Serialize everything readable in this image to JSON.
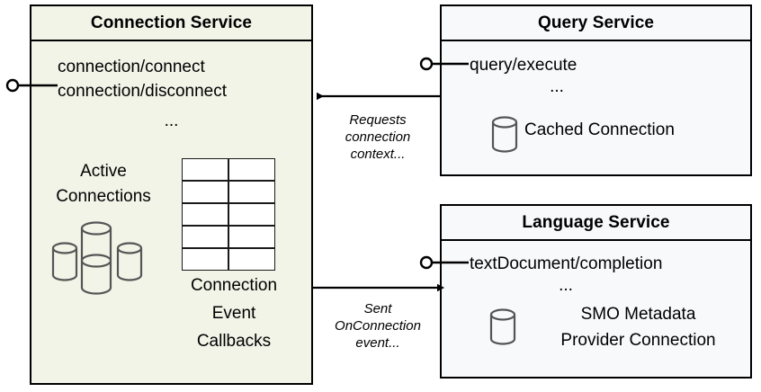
{
  "diagram": {
    "type": "component-diagram",
    "title": "Connection Service interaction diagram",
    "colors": {
      "connection_service_fill": "#f2f4e8",
      "other_service_fill": "#f8f9fb",
      "border": "#000000",
      "icon_stroke": "#555555",
      "page_background": "#ffffff"
    }
  },
  "components": {
    "connection_service": {
      "title": "Connection Service",
      "interfaces": [
        "connection/connect",
        "connection/disconnect"
      ],
      "interface_ellipsis": "...",
      "store": {
        "label_line1": "Active",
        "label_line2": "Connections",
        "icon": "database-cluster-icon",
        "cylinder_count": 4
      },
      "callbacks": {
        "label_line1": "Connection",
        "label_line2": "Event",
        "label_line3": "Callbacks",
        "icon": "table-grid-icon",
        "grid_columns": 2,
        "grid_rows": 5
      },
      "socket": "provided-interface-lollipop"
    },
    "query_service": {
      "title": "Query Service",
      "interfaces": [
        "query/execute"
      ],
      "interface_ellipsis": "...",
      "resource": {
        "label": "Cached Connection",
        "icon": "database-cylinder-icon"
      },
      "socket": "provided-interface-lollipop"
    },
    "language_service": {
      "title": "Language Service",
      "interfaces": [
        "textDocument/completion"
      ],
      "interface_ellipsis": "...",
      "resource": {
        "label_line1": "SMO Metadata",
        "label_line2": "Provider Connection",
        "icon": "database-cylinder-icon"
      },
      "socket": "provided-interface-lollipop"
    }
  },
  "edges": [
    {
      "id": "query-to-connection",
      "from": "query_service",
      "to": "connection_service",
      "direction": "left",
      "label_line1": "Requests",
      "label_line2": "connection",
      "label_line3": "context..."
    },
    {
      "id": "connection-to-language",
      "from": "connection_service",
      "to": "language_service",
      "direction": "right",
      "label_line1": "Sent",
      "label_line2": "OnConnection",
      "label_line3": "event..."
    }
  ]
}
